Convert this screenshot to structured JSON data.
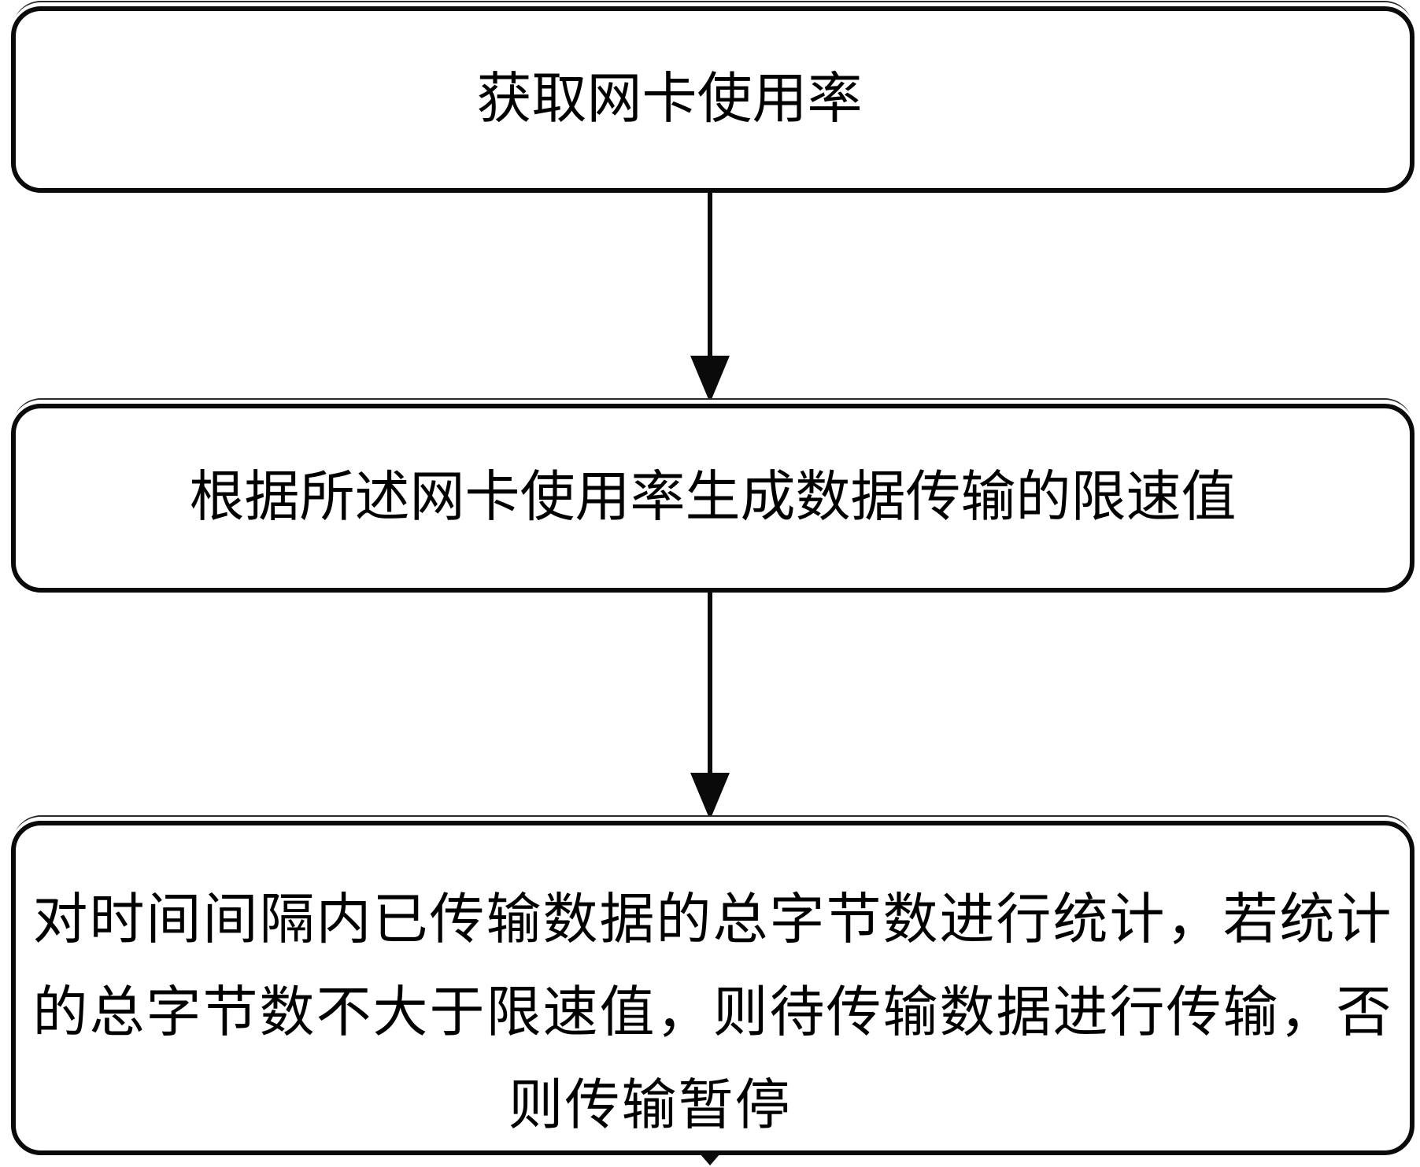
{
  "flowchart": {
    "colors": {
      "stroke": "#000000",
      "background": "#ffffff",
      "text": "#000000"
    },
    "steps": [
      {
        "label": "获取网卡使用率"
      },
      {
        "label": "根据所述网卡使用率生成数据传输的限速值"
      },
      {
        "label": "对时间间隔内已传输数据的总字节数进行统计，若统计的总字节数不大于限速值，则待传输数据进行传输，否则传输暂停",
        "lines": [
          "对时间间隔内已传输数据的总字节数进行统计，若统计",
          "的总字节数不大于限速值，则待传输数据进行传输，否",
          "则传输暂停"
        ]
      }
    ],
    "connectors": [
      {
        "from_step": 1,
        "to_step": 2,
        "direction": "down"
      },
      {
        "from_step": 2,
        "to_step": 3,
        "direction": "down"
      }
    ]
  }
}
